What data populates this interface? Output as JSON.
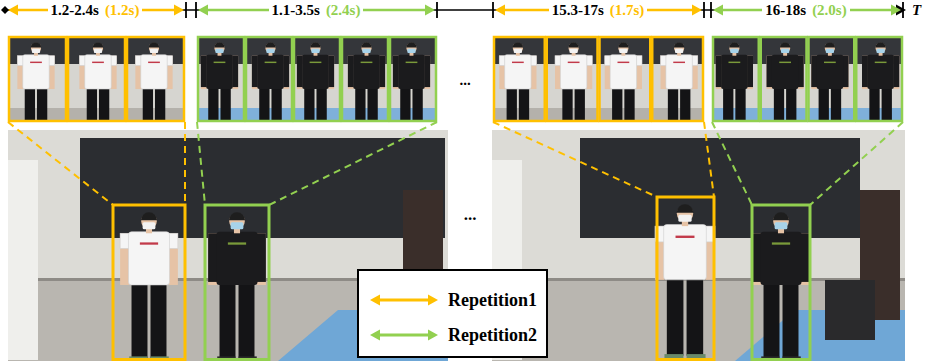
{
  "diagram": {
    "labels": [
      "1.2-2.4s",
      "(1.2s)",
      "1.1-3.5s",
      "(2.4s)",
      "...",
      "15.3-17s",
      "(1.7s)",
      "16-18s",
      "(2.0s)",
      "T",
      "..."
    ],
    "legend": [
      {
        "text": "Repetition1"
      },
      {
        "text": "Repetition2"
      }
    ]
  }
}
